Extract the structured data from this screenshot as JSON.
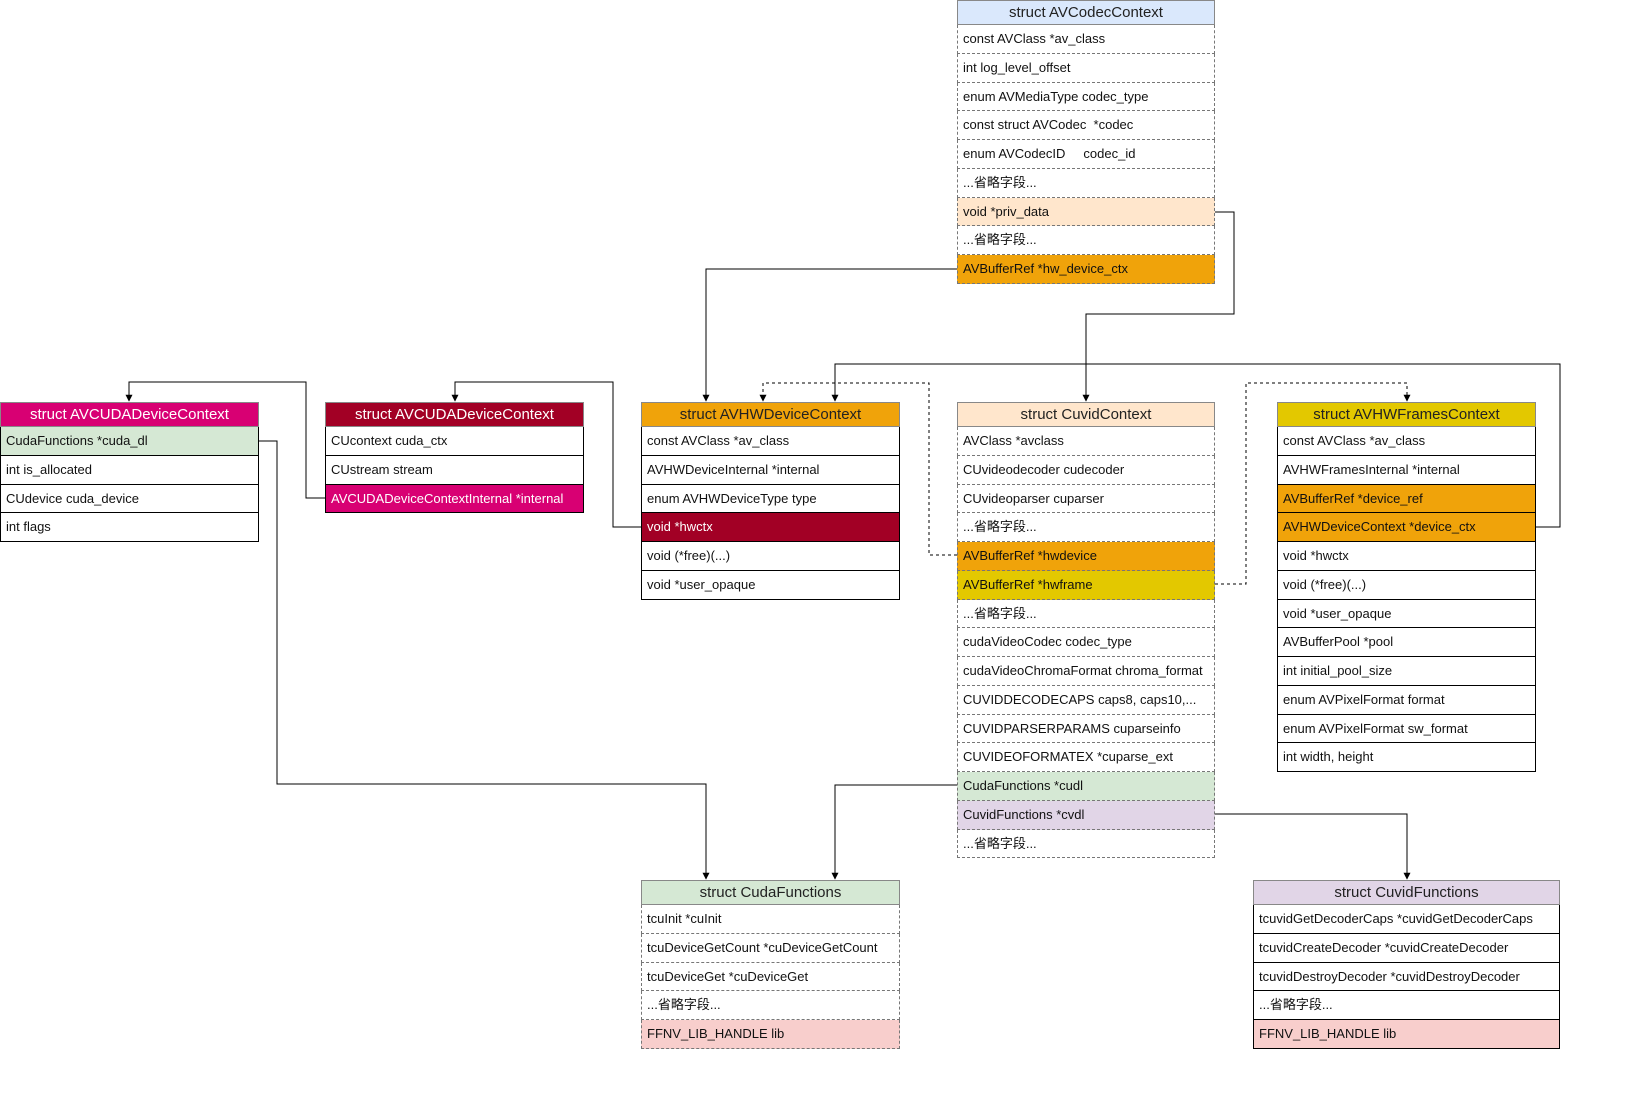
{
  "colors": {
    "blue_header": "#dae8fc",
    "peach": "#ffe6cc",
    "orange": "#f0a30a",
    "yellow": "#e3c800",
    "crimson": "#a20025",
    "pink": "#d80073",
    "green_light": "#d5e8d4",
    "purple_light": "#e1d5e7",
    "red_light": "#f8cecc",
    "line": "#000000"
  },
  "boxes": [
    {
      "id": "avcodeccontext",
      "title": "struct AVCodecContext",
      "header_color": "#dae8fc",
      "dashed": true,
      "rows": [
        {
          "text": "const AVClass *av_class"
        },
        {
          "text": "int log_level_offset"
        },
        {
          "text": "enum AVMediaType codec_type"
        },
        {
          "text": "const struct AVCodec  *codec"
        },
        {
          "text": "enum AVCodecID     codec_id"
        },
        {
          "text": "...省略字段..."
        },
        {
          "text": "void *priv_data",
          "fill": "#ffe6cc"
        },
        {
          "text": "...省略字段..."
        },
        {
          "text": "AVBufferRef *hw_device_ctx",
          "fill": "#f0a30a"
        }
      ]
    },
    {
      "id": "avcudadevicecontext-1",
      "title": "struct AVCUDADeviceContext",
      "header_color": "#d80073",
      "header_text": "white",
      "dashed": false,
      "rows": [
        {
          "text": "CudaFunctions *cuda_dl",
          "fill": "#d5e8d4"
        },
        {
          "text": "int is_allocated"
        },
        {
          "text": "CUdevice cuda_device"
        },
        {
          "text": "int flags"
        }
      ]
    },
    {
      "id": "avcudadevicecontext-2",
      "title": "struct AVCUDADeviceContext",
      "header_color": "#a20025",
      "header_text": "white",
      "dashed": false,
      "rows": [
        {
          "text": "CUcontext cuda_ctx"
        },
        {
          "text": "CUstream stream"
        },
        {
          "text": "AVCUDADeviceContextInternal *internal",
          "fill": "#d80073",
          "white": true
        }
      ]
    },
    {
      "id": "avhwdevicecontext",
      "title": "struct AVHWDeviceContext",
      "header_color": "#f0a30a",
      "dashed": false,
      "rows": [
        {
          "text": "const AVClass *av_class"
        },
        {
          "text": "AVHWDeviceInternal *internal"
        },
        {
          "text": "enum AVHWDeviceType type"
        },
        {
          "text": "void *hwctx",
          "fill": "#a20025",
          "white": true
        },
        {
          "text": "void (*free)(...)"
        },
        {
          "text": "void *user_opaque"
        }
      ]
    },
    {
      "id": "cuvidcontext",
      "title": "struct CuvidContext",
      "header_color": "#ffe6cc",
      "dashed": true,
      "rows": [
        {
          "text": "AVClass *avclass"
        },
        {
          "text": "CUvideodecoder cudecoder"
        },
        {
          "text": "CUvideoparser cuparser"
        },
        {
          "text": "...省略字段..."
        },
        {
          "text": "AVBufferRef *hwdevice",
          "fill": "#f0a30a"
        },
        {
          "text": "AVBufferRef *hwframe",
          "fill": "#e3c800"
        },
        {
          "text": "...省略字段..."
        },
        {
          "text": "cudaVideoCodec codec_type"
        },
        {
          "text": "cudaVideoChromaFormat chroma_format"
        },
        {
          "text": "CUVIDDECODECAPS caps8, caps10,..."
        },
        {
          "text": "CUVIDPARSERPARAMS cuparseinfo"
        },
        {
          "text": "CUVIDEOFORMATEX *cuparse_ext"
        },
        {
          "text": "CudaFunctions *cudl",
          "fill": "#d5e8d4"
        },
        {
          "text": "CuvidFunctions *cvdl",
          "fill": "#e1d5e7"
        },
        {
          "text": "...省略字段..."
        }
      ]
    },
    {
      "id": "avhwframescontext",
      "title": "struct AVHWFramesContext",
      "header_color": "#e3c800",
      "dashed": false,
      "rows": [
        {
          "text": "const AVClass *av_class"
        },
        {
          "text": "AVHWFramesInternal *internal"
        },
        {
          "text": "AVBufferRef *device_ref",
          "fill": "#f0a30a"
        },
        {
          "text": "AVHWDeviceContext *device_ctx",
          "fill": "#f0a30a"
        },
        {
          "text": "void *hwctx"
        },
        {
          "text": "void (*free)(...)"
        },
        {
          "text": "void *user_opaque"
        },
        {
          "text": "AVBufferPool *pool"
        },
        {
          "text": "int initial_pool_size"
        },
        {
          "text": "enum AVPixelFormat format"
        },
        {
          "text": "enum AVPixelFormat sw_format"
        },
        {
          "text": "int width, height"
        }
      ]
    },
    {
      "id": "cudafunctions",
      "title": "struct CudaFunctions",
      "header_color": "#d5e8d4",
      "dashed": true,
      "rows": [
        {
          "text": "tcuInit *cuInit"
        },
        {
          "text": "tcuDeviceGetCount *cuDeviceGetCount"
        },
        {
          "text": "tcuDeviceGet *cuDeviceGet"
        },
        {
          "text": "...省略字段..."
        },
        {
          "text": "FFNV_LIB_HANDLE lib",
          "fill": "#f8cecc"
        }
      ]
    },
    {
      "id": "cuvidfunctions",
      "title": "struct CuvidFunctions",
      "header_color": "#e1d5e7",
      "dashed": false,
      "rows": [
        {
          "text": "tcuvidGetDecoderCaps *cuvidGetDecoderCaps"
        },
        {
          "text": "tcuvidCreateDecoder *cuvidCreateDecoder"
        },
        {
          "text": "tcuvidDestroyDecoder *cuvidDestroyDecoder"
        },
        {
          "text": "...省略字段..."
        },
        {
          "text": "FFNV_LIB_HANDLE lib",
          "fill": "#f8cecc"
        }
      ]
    }
  ],
  "connectors": [
    {
      "from": "avcodeccontext.hw_device_ctx",
      "to": "avhwdevicecontext",
      "style": "solid"
    },
    {
      "from": "avcodeccontext.priv_data",
      "to": "cuvidcontext",
      "style": "solid"
    },
    {
      "from": "cuvidcontext.hwdevice",
      "to": "avhwdevicecontext",
      "style": "dashed"
    },
    {
      "from": "cuvidcontext.hwframe",
      "to": "avhwframescontext",
      "style": "dashed"
    },
    {
      "from": "avhwframescontext.device_ctx",
      "to": "avhwdevicecontext",
      "style": "solid"
    },
    {
      "from": "avhwdevicecontext.hwctx",
      "to": "avcudadevicecontext-2",
      "style": "solid"
    },
    {
      "from": "avcudadevicecontext-2.internal",
      "to": "avcudadevicecontext-1",
      "style": "solid"
    },
    {
      "from": "avcudadevicecontext-1.cuda_dl",
      "to": "cudafunctions",
      "style": "solid"
    },
    {
      "from": "cuvidcontext.cudl",
      "to": "cudafunctions",
      "style": "solid"
    },
    {
      "from": "cuvidcontext.cvdl",
      "to": "cuvidfunctions",
      "style": "solid"
    }
  ]
}
